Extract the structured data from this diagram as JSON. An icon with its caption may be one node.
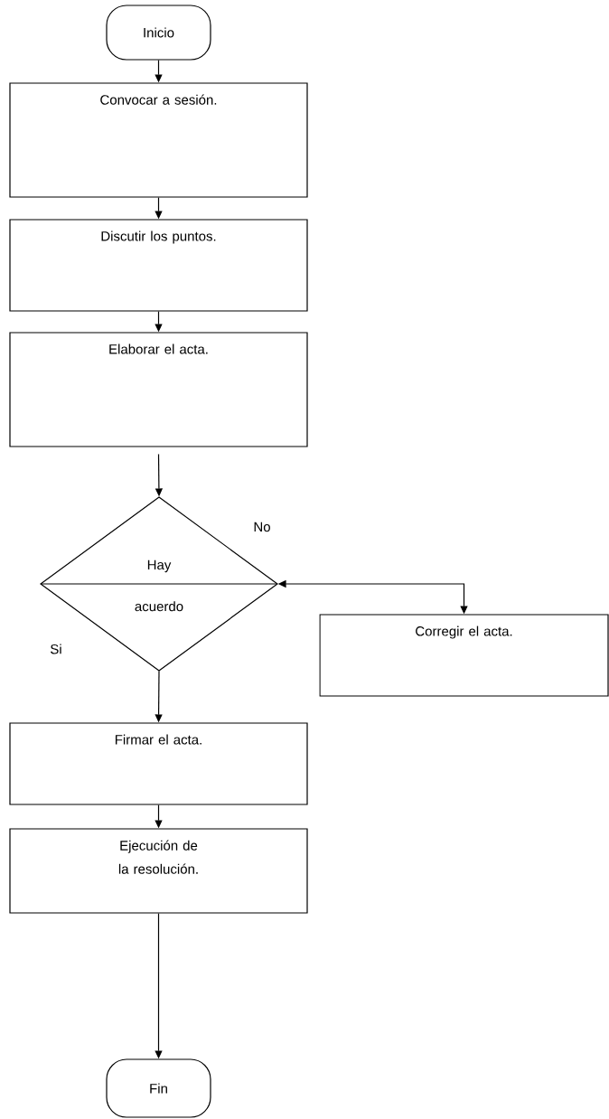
{
  "diagram": {
    "nodes": [
      {
        "text": [
          "Inicio"
        ]
      },
      {
        "text": [
          "Convocar a sesión."
        ]
      },
      {
        "text": [
          "Discutir los puntos."
        ]
      },
      {
        "text": [
          "Elaborar el acta."
        ]
      },
      {
        "text": [
          "Hay acuerdo"
        ]
      },
      {
        "text": [
          "Corregir  el acta."
        ]
      },
      {
        "text": [
          "Firmar el acta."
        ]
      },
      {
        "text": [
          "Ejecución de la resolución."
        ]
      },
      {
        "text": [
          "Fin"
        ]
      }
    ],
    "edges": [
      {
        "from": 0,
        "to": 1,
        "arrow": "to"
      },
      {
        "from": 1,
        "to": 2,
        "arrow": "to"
      },
      {
        "from": 2,
        "to": 3,
        "arrow": "to"
      },
      {
        "from": 3,
        "to": 4,
        "arrow": "to"
      },
      {
        "from": 4,
        "to": 5,
        "arrow": "both"
      },
      {
        "from": 4,
        "to": 6,
        "arrow": "to"
      },
      {
        "from": 6,
        "to": 7,
        "arrow": "to"
      },
      {
        "from": 7,
        "to": 8,
        "arrow": "to"
      }
    ],
    "labels": [
      "No",
      "Si"
    ]
  }
}
